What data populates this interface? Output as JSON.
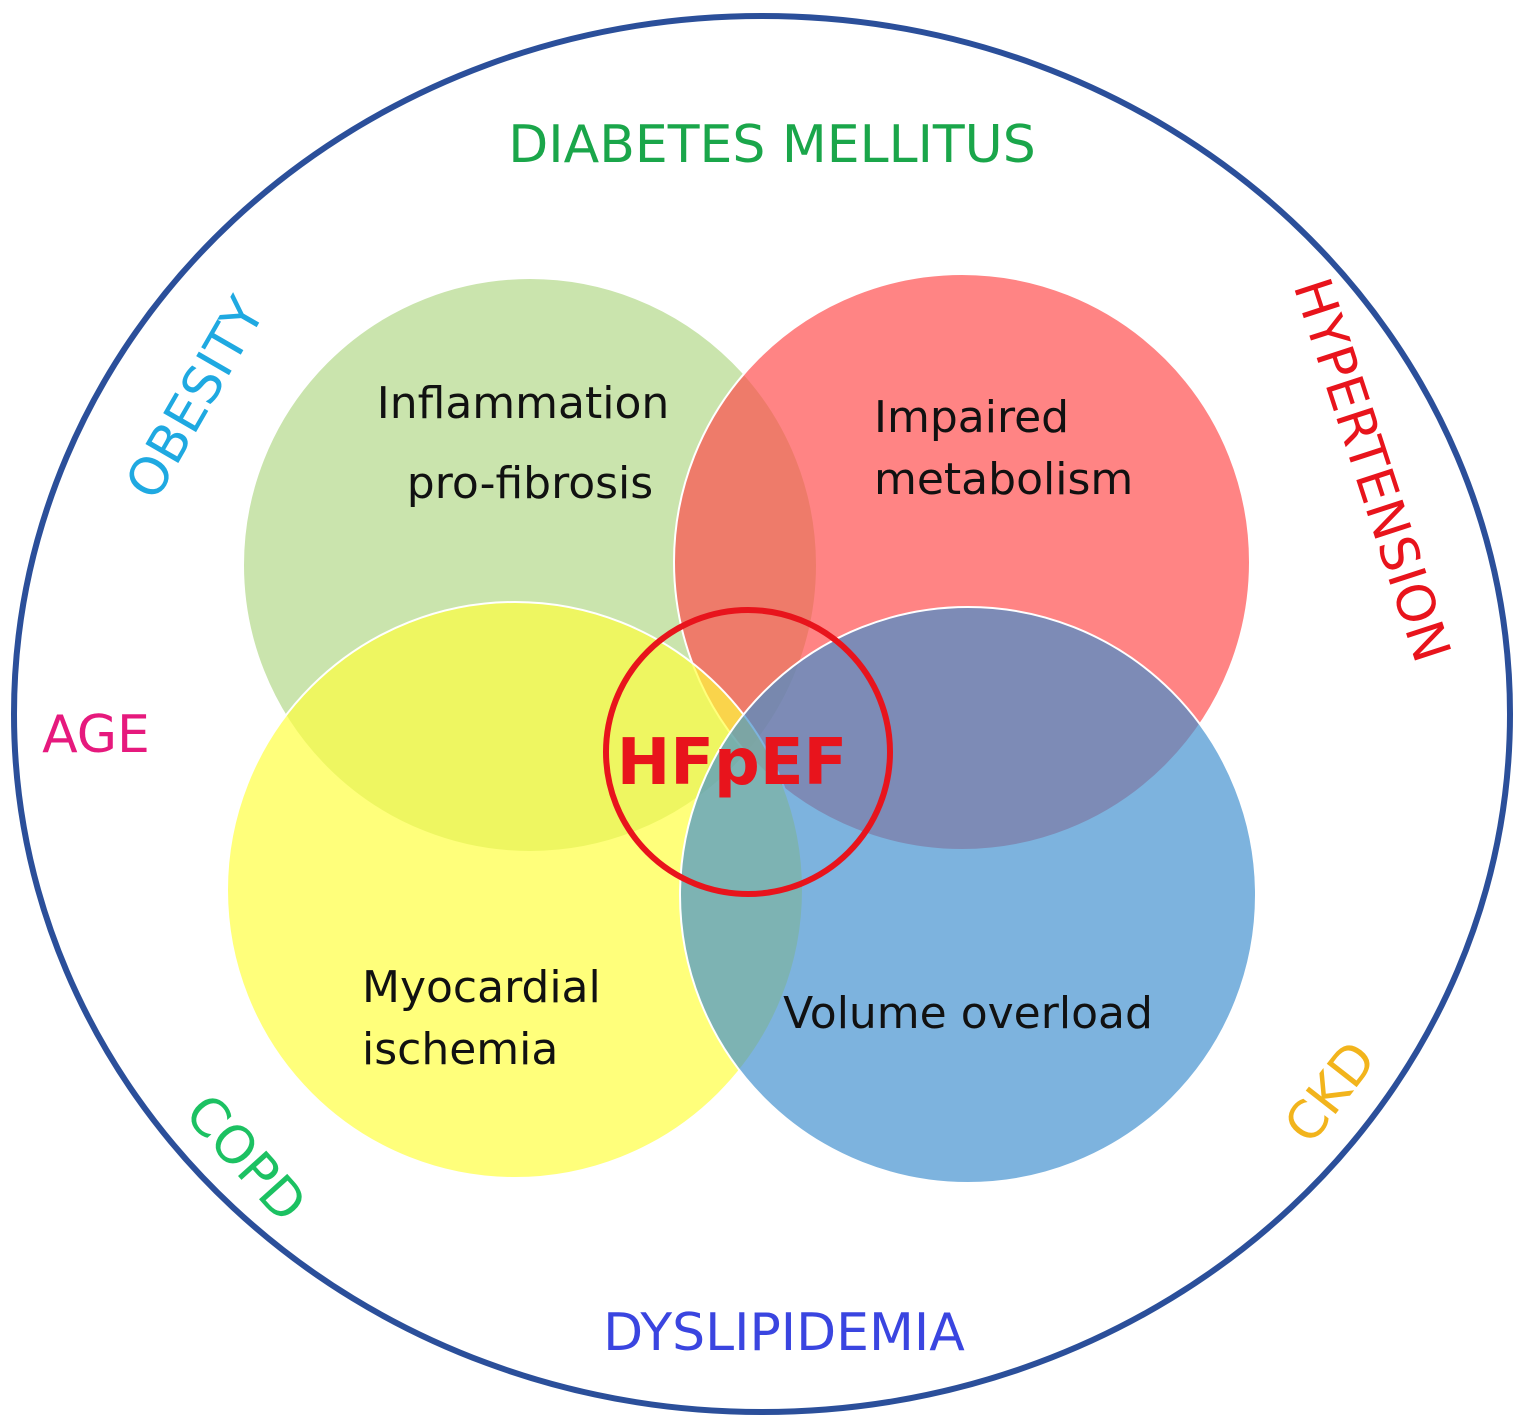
{
  "title": "",
  "outer_factors": [
    {
      "id": "diabetes",
      "label": "DIABETES MELLITUS",
      "color": "#1aa64a"
    },
    {
      "id": "obesity",
      "label": "OBESITY",
      "color": "#1fa9e1"
    },
    {
      "id": "hypertension",
      "label": "HYPERTENSION",
      "color": "#e8141c"
    },
    {
      "id": "age",
      "label": "AGE",
      "color": "#e6197d"
    },
    {
      "id": "copd",
      "label": "COPD",
      "color": "#1cc162"
    },
    {
      "id": "ckd",
      "label": "CKD",
      "color": "#f2b41c"
    },
    {
      "id": "dyslipidemia",
      "label": "DYSLIPIDEMIA",
      "color": "#3a45e0"
    }
  ],
  "mechanisms": [
    {
      "id": "inflammation",
      "lines": [
        "Inflammation",
        "pro-fibrosis"
      ],
      "color": "#a9d47a"
    },
    {
      "id": "metabolism",
      "lines": [
        "Impaired",
        "metabolism"
      ],
      "color": "#ff4a4a"
    },
    {
      "id": "ischemia",
      "lines": [
        "Myocardial",
        "ischemia"
      ],
      "color": "#ffff3d"
    },
    {
      "id": "volume",
      "lines": [
        "Volume overload"
      ],
      "color": "#3f8fcf"
    }
  ],
  "center": {
    "label": "HFpEF",
    "color": "#e8141c"
  },
  "colors": {
    "outer_ring": "#2b4f9a"
  }
}
